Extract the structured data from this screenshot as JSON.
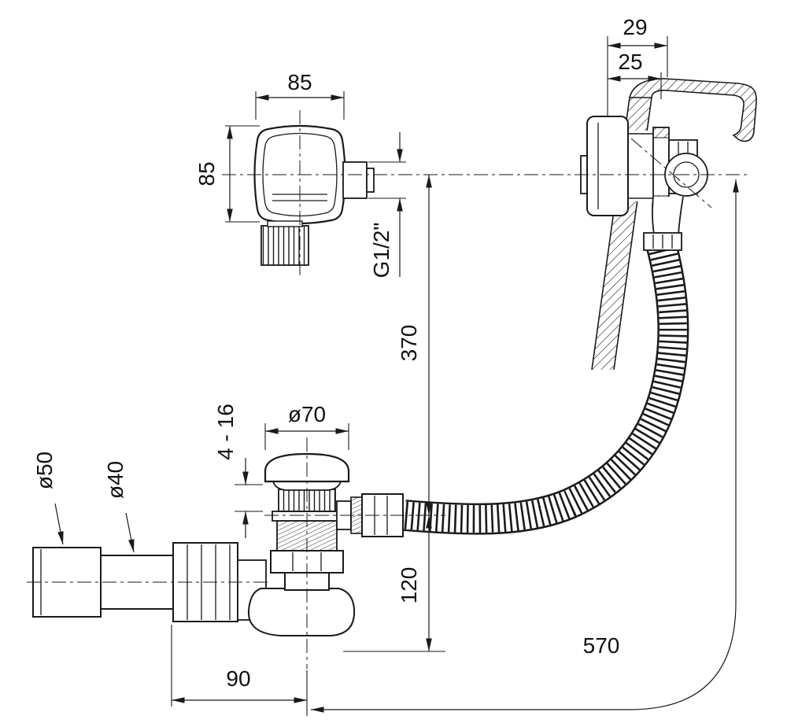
{
  "page": {
    "colors": {
      "line": "#1a1a1a",
      "background": "#ffffff"
    }
  },
  "drawing": {
    "dims": {
      "overflow_width": "85",
      "overflow_height": "85",
      "overflow_thread": "G1/2\"",
      "depth_total": "29",
      "depth_wall": "25",
      "height_overflow_to_outlet": "370",
      "plug_diameter": "ø70",
      "clamping_range": "4 - 16",
      "pipe_outer_diameter": "ø50",
      "pipe_inner_diameter": "ø40",
      "outlet_height": "120",
      "outlet_offset": "90",
      "hose_length": "570"
    }
  }
}
